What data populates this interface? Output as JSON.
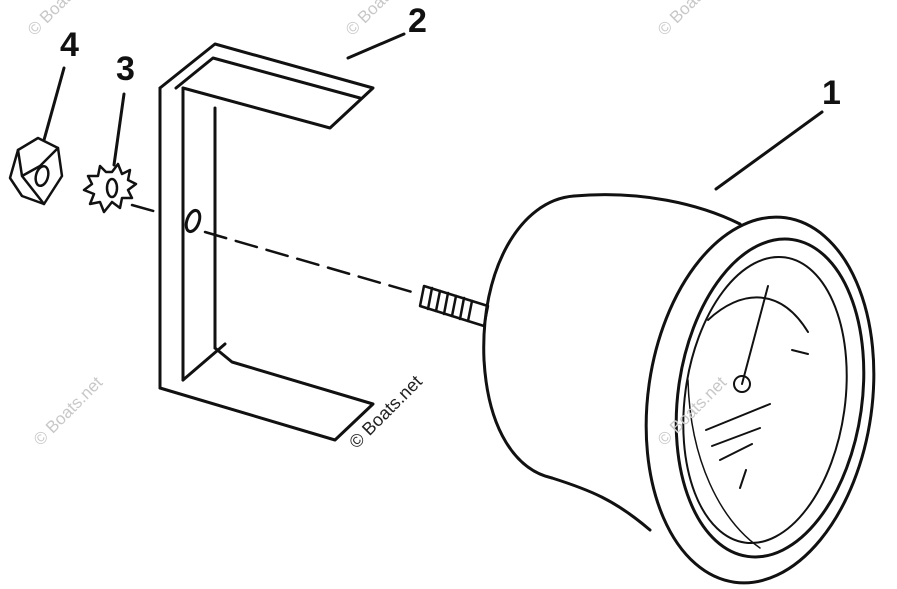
{
  "callouts": {
    "c1": "1",
    "c2": "2",
    "c3": "3",
    "c4": "4"
  },
  "watermarks": {
    "text": "© Boats.net",
    "text_dark": "© Boats.net"
  },
  "colors": {
    "ink": "#111111",
    "watermark": "#c8c8c8",
    "background": "#ffffff"
  },
  "parts": [
    "gauge",
    "bracket",
    "lock-washer",
    "hex-nut",
    "stud"
  ]
}
